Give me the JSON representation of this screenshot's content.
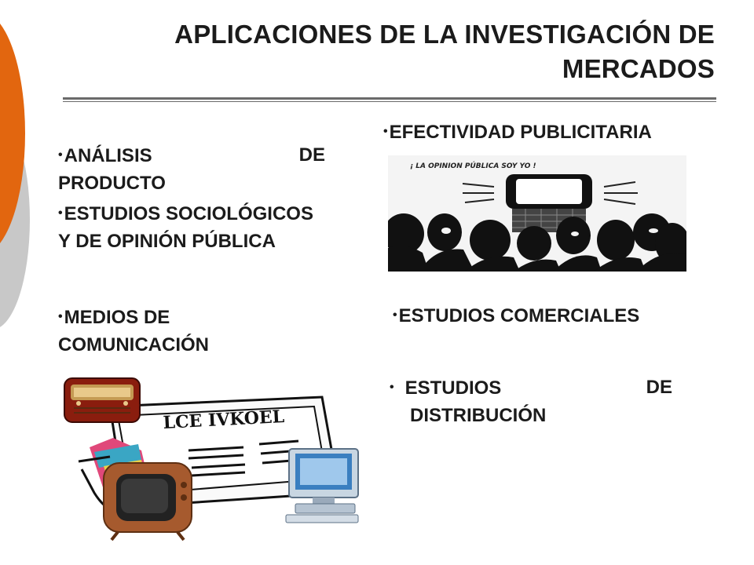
{
  "slide": {
    "title_line1": "APLICACIONES DE LA INVESTIGACIÓN DE",
    "title_line2": "MERCADOS",
    "bullets": {
      "efectividad": "EFECTIVIDAD PUBLICITARIA",
      "analisis_a": "ANÁLISIS",
      "analisis_b": "DE",
      "analisis_c": "PRODUCTO",
      "estudios_soc_1": "ESTUDIOS SOCIOLÓGICOS",
      "estudios_soc_2": "Y DE OPINIÓN PÚBLICA",
      "medios_1": "MEDIOS DE",
      "medios_2": "COMUNICACIÓN",
      "comerciales": "ESTUDIOS COMERCIALES",
      "distribucion_a": "ESTUDIOS",
      "distribucion_b": "DE",
      "distribucion_c": "DISTRIBUCIÓN"
    },
    "cartoon_caption": "¡ LA OPINION PÚBLICA SOY YO !",
    "newspaper_text": "LCE IVKOEL",
    "colors": {
      "accent_orange": "#e2660f",
      "accent_gray": "#c8c8c8",
      "rule": "#6a6a6a"
    }
  }
}
